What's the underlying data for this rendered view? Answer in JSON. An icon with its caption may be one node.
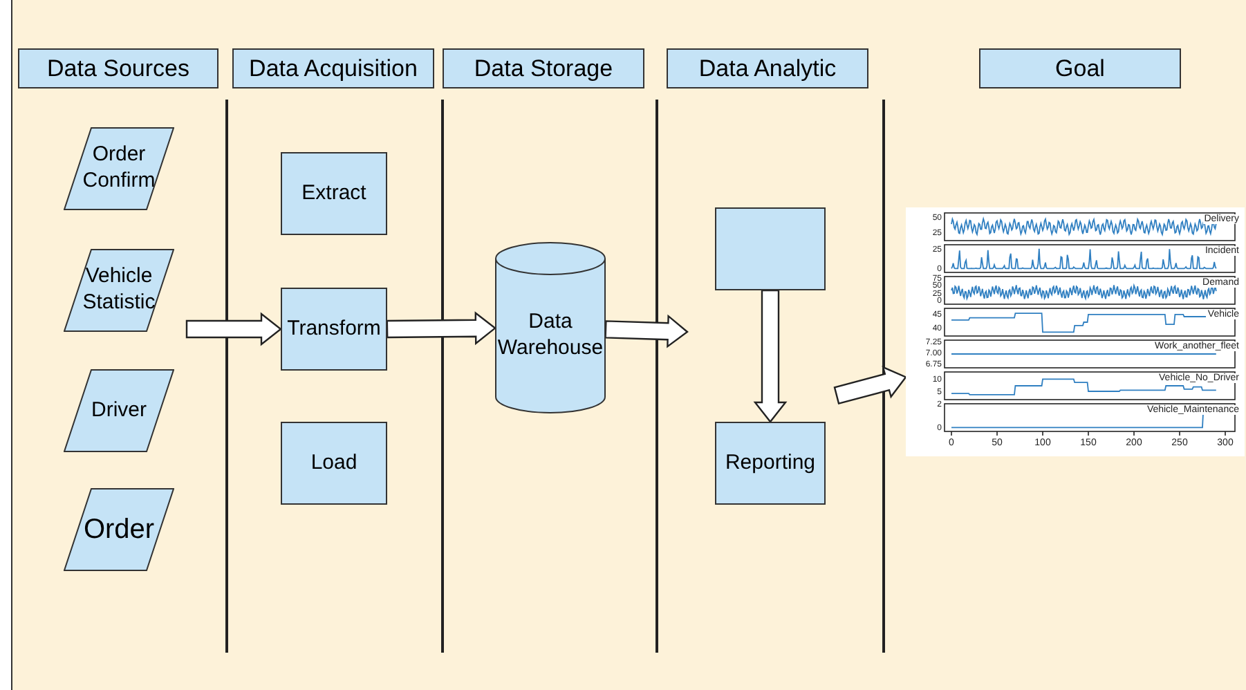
{
  "diagram": {
    "nodes": [
      {
        "text": [
          "Data Sources"
        ]
      },
      {
        "text": [
          "Data Acquisition"
        ]
      },
      {
        "text": [
          "Data Storage"
        ]
      },
      {
        "text": [
          "Data Analytic"
        ]
      },
      {
        "text": [
          "Goal"
        ]
      },
      {
        "text": [
          "Order Confirm"
        ]
      },
      {
        "text": [
          "Vehicle Statistic"
        ]
      },
      {
        "text": [
          "Driver"
        ]
      },
      {
        "text": [
          "Order"
        ]
      },
      {
        "text": [
          "Extract"
        ]
      },
      {
        "text": [
          "Transform"
        ]
      },
      {
        "text": [
          "Load"
        ]
      },
      {
        "text": [
          "Data Warehouse"
        ]
      },
      {
        "text": [],
        "shape": "box"
      },
      {
        "text": [
          "Reporting"
        ]
      },
      {
        "text": [],
        "shape": "picture"
      }
    ],
    "edges": [
      {
        "from": null,
        "to": 10,
        "arrow": "to"
      },
      {
        "from": 10,
        "to": 12,
        "arrow": "to"
      },
      {
        "from": 12,
        "to": null,
        "arrow": "to"
      },
      {
        "from": 13,
        "to": 14,
        "arrow": "to"
      },
      {
        "from": null,
        "to": 15,
        "arrow": "to"
      }
    ],
    "labels": [
      "Delivery",
      "Incident",
      "Demand",
      "Vehicle",
      "Work_another_fleet",
      "Vehicle_No_Driver",
      "Vehicle_Maintenance",
      "50",
      "25",
      "25",
      "0",
      "75",
      "50",
      "25",
      "0",
      "45",
      "40",
      "7.25",
      "7.00",
      "6.75",
      "10",
      "5",
      "2",
      "0",
      "0",
      "50",
      "100",
      "150",
      "200",
      "250",
      "300"
    ]
  }
}
